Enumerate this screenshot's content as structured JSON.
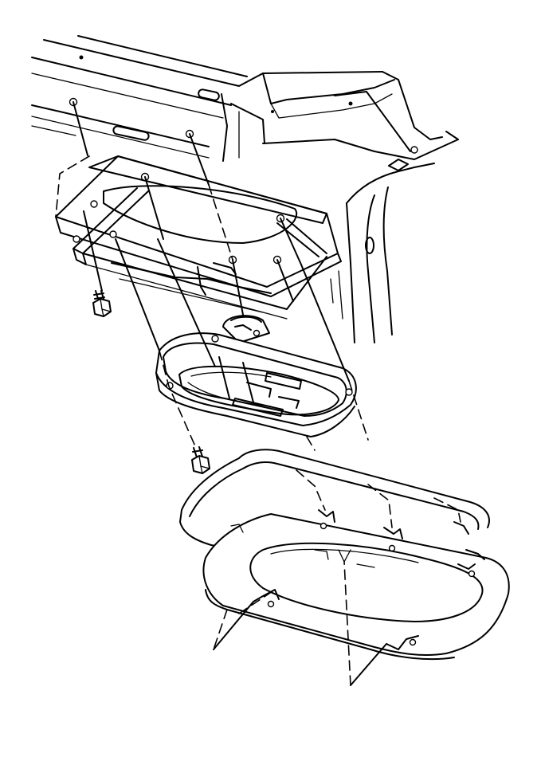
{
  "figure": {
    "kind": "exploded-assembly-line-drawing",
    "ink_color": "#000000",
    "background_color": "#ffffff",
    "parts": [
      {
        "id": "vehicle-body-panel",
        "icon": "body-panel-illustration"
      },
      {
        "id": "speaker-mounting-bracket",
        "icon": "rectangular-frame-illustration"
      },
      {
        "id": "speaker",
        "icon": "oval-speaker-illustration"
      },
      {
        "id": "speaker-grille-trim",
        "icon": "oval-bezel-illustration"
      },
      {
        "id": "bracket-bolt",
        "icon": "hex-bolt-icon"
      },
      {
        "id": "speaker-bolt",
        "icon": "hex-bolt-icon"
      }
    ]
  }
}
